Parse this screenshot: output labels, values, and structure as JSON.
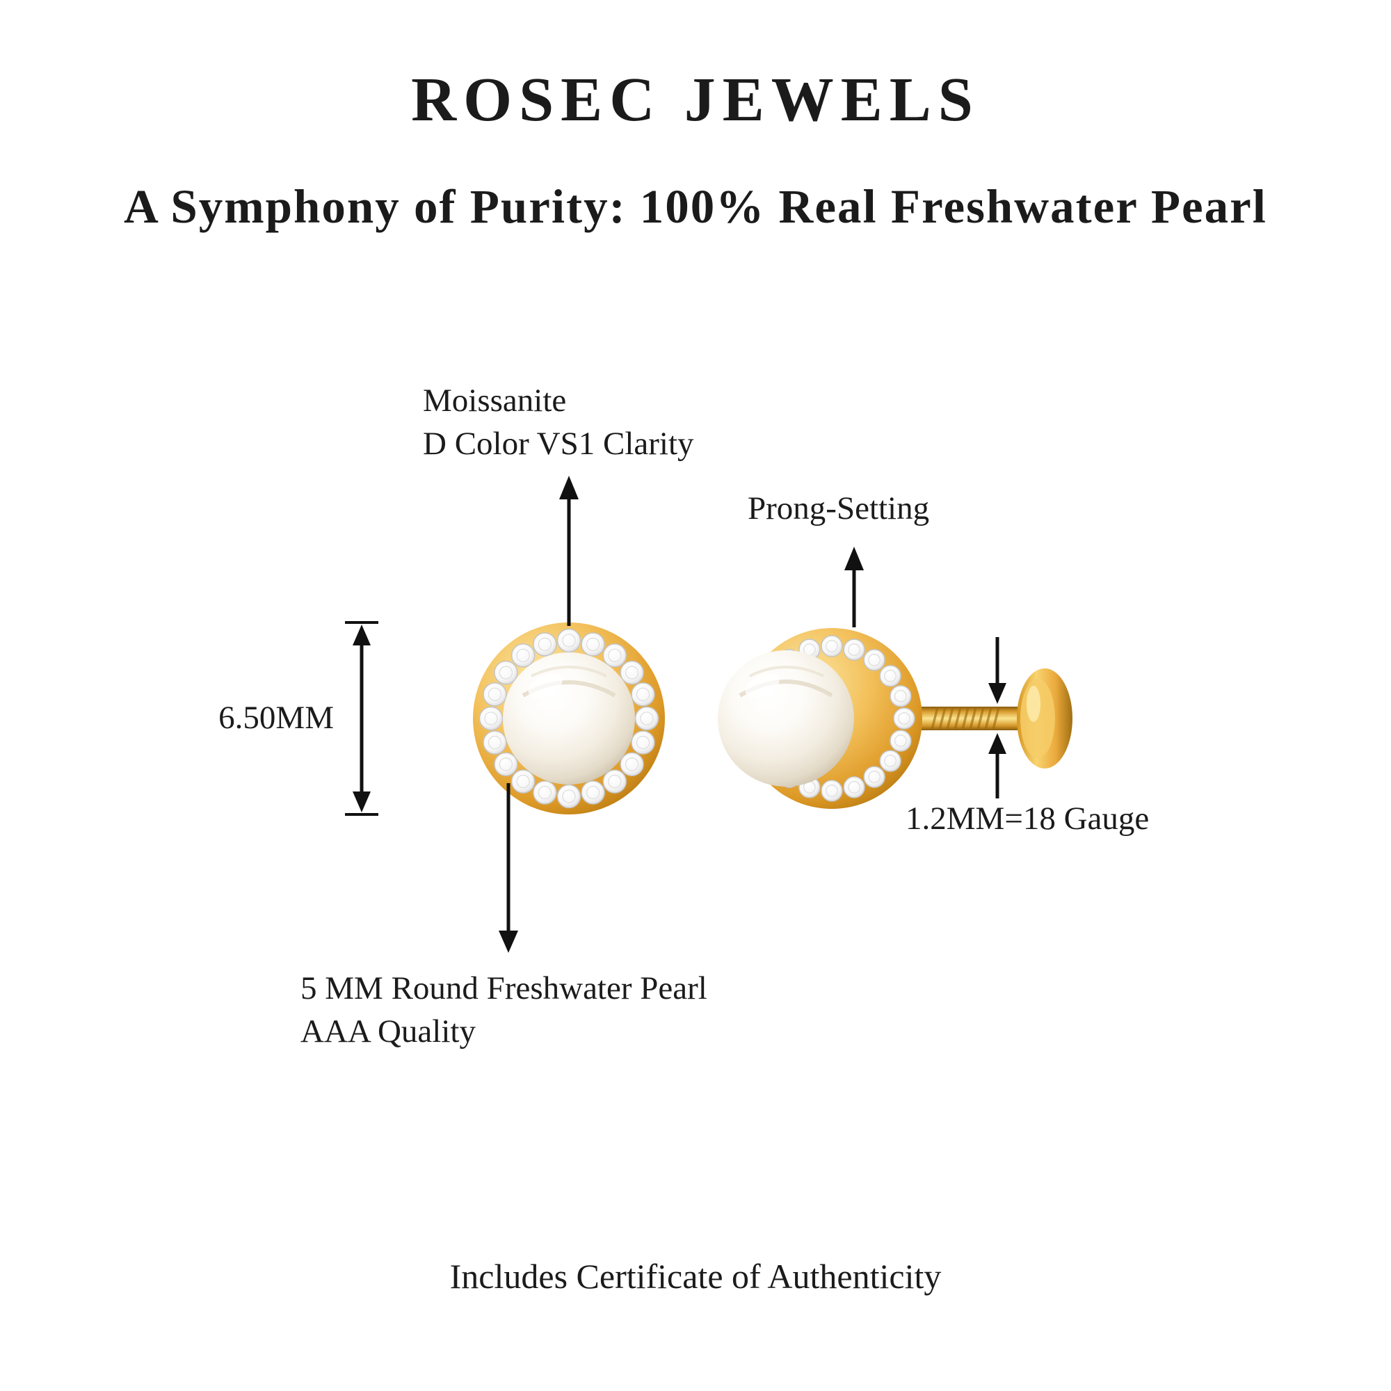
{
  "page": {
    "brand": "ROSEC JEWELS",
    "tagline": "A Symphony of Purity: 100% Real Freshwater Pearl",
    "footer": "Includes Certificate of Authenticity"
  },
  "annotations": {
    "moissanite": {
      "line1": "Moissanite",
      "line2": "D Color VS1 Clarity"
    },
    "prong": "Prong-Setting",
    "diameter": "6.50MM",
    "gauge": "1.2MM=18 Gauge",
    "pearl": {
      "line1": "5 MM Round Freshwater Pearl",
      "line2": "AAA Quality"
    }
  },
  "colors": {
    "gold": "#E9A83F",
    "gold_light": "#FBE491",
    "gold_dark": "#A06F12",
    "pearl_white": "#F7F2E9",
    "stone_white": "#FFFFFF",
    "text": "#1B1B1B",
    "background": "#FFFFFF"
  }
}
